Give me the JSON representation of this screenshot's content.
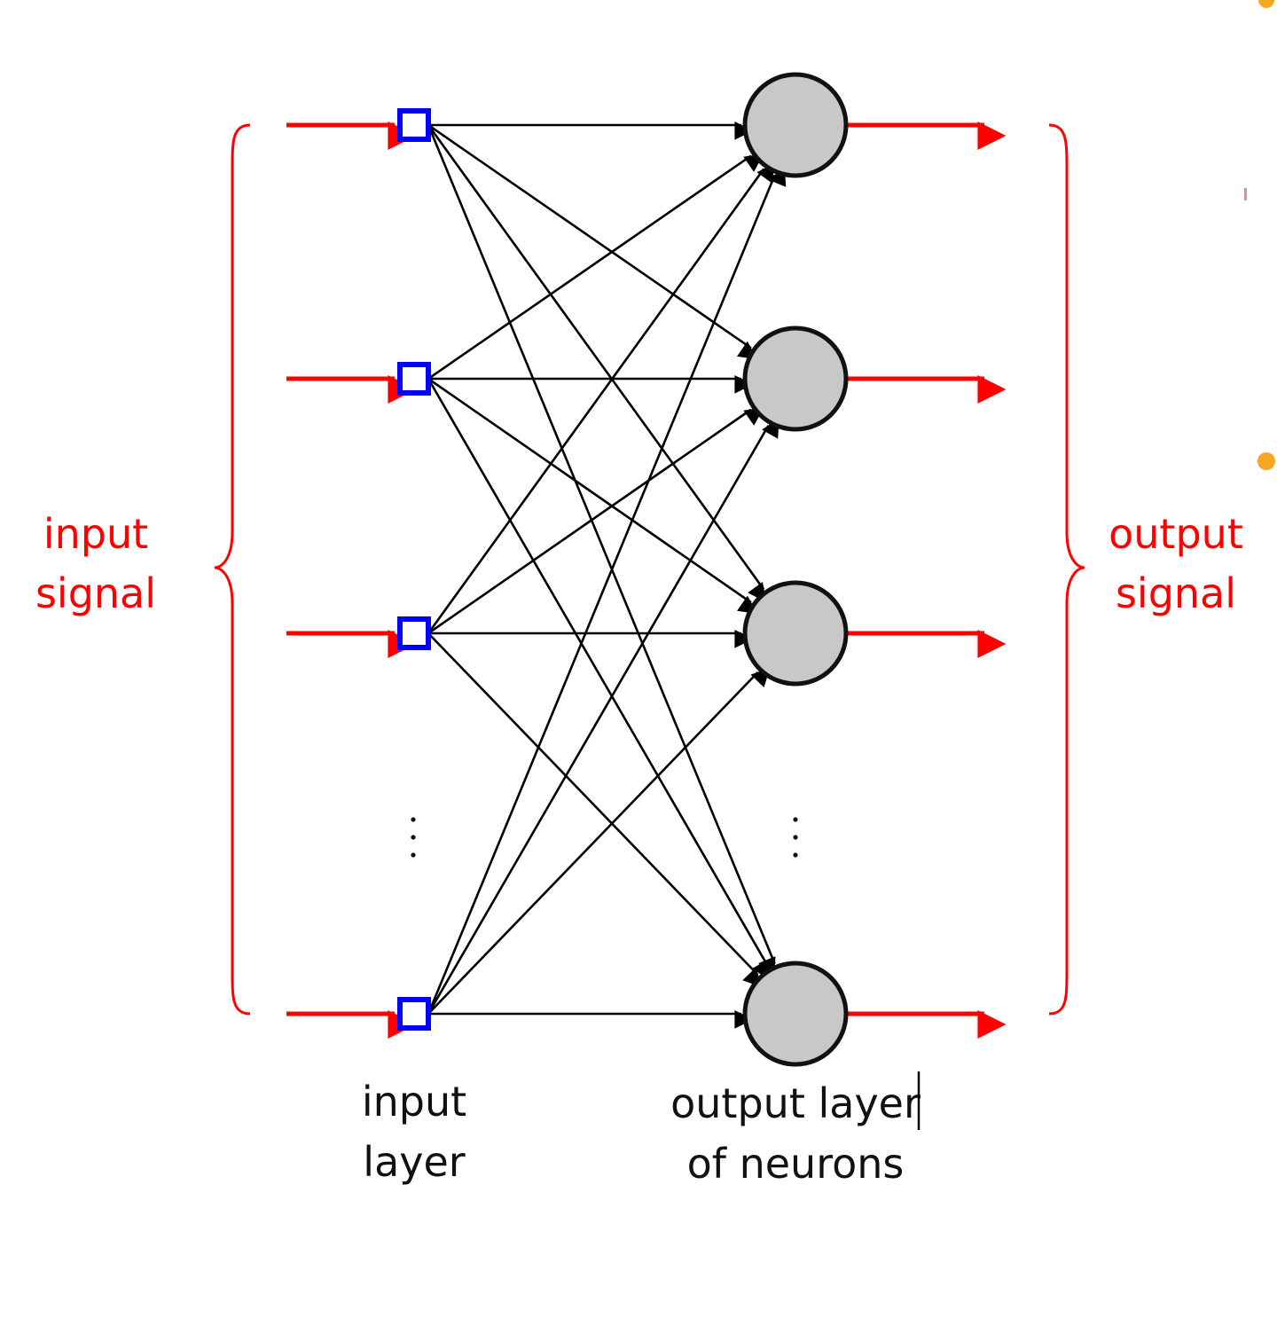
{
  "labels": {
    "input_signal": [
      "input",
      "signal"
    ],
    "output_signal": [
      "output",
      "signal"
    ],
    "input_layer": [
      "input",
      "layer"
    ],
    "output_layer": [
      "output layer",
      "of neurons"
    ]
  },
  "colors": {
    "signal": "#ff0000",
    "input_node_stroke": "#0000ff",
    "output_node_fill": "#c8c8c8",
    "edge": "#000000",
    "accent": "#f5a623"
  },
  "network": {
    "input_nodes": 4,
    "output_nodes": 4,
    "fully_connected": true,
    "ellipsis_after_index": 2
  }
}
